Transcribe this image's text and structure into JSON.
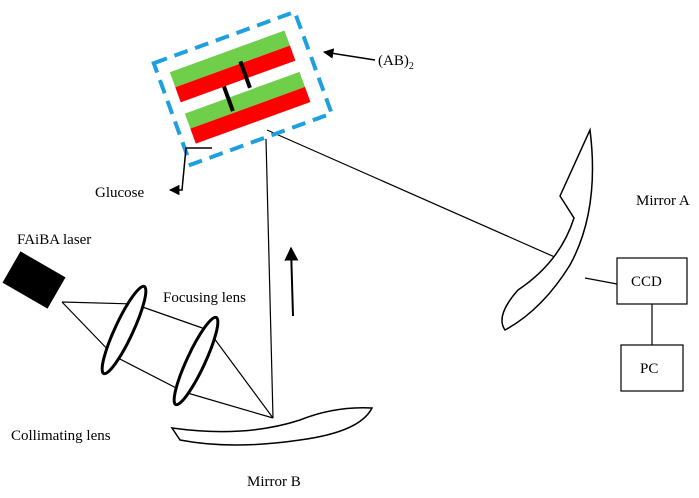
{
  "labels": {
    "ab2_main": "(AB)",
    "ab2_sub": "2",
    "glucose": "Glucose",
    "laser": "FAiBA laser",
    "focusing_lens": "Focusing lens",
    "collimating_lens": "Collimating lens",
    "mirror_a": "Mirror A",
    "mirror_b": "Mirror B",
    "ccd": "CCD",
    "pc": "PC"
  },
  "colors": {
    "layer_green": "#6fcf4a",
    "layer_red": "#ff0000",
    "dashed_box": "#1ea0e0",
    "ink": "#000000"
  },
  "icons": {
    "laser": "black-square",
    "arrow": "arrow-head"
  }
}
